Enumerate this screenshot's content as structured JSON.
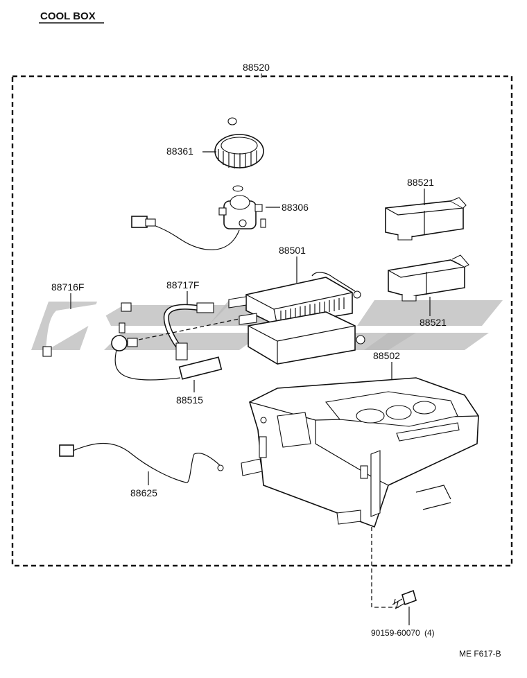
{
  "title": "COOL BOX",
  "figure_code": "ME F617-B",
  "watermark": "— — —",
  "parts": {
    "assembly": "88520",
    "blower_fan": "88361",
    "blower_motor": "88306",
    "cover_upper": "88521",
    "cover_lower": "88521",
    "evaporator": "88501",
    "hose_left": "88716F",
    "hose_right": "88717F",
    "thermistor": "88515",
    "harness": "88625",
    "case": "88502",
    "bolt": "90159-60070",
    "bolt_qty": "(4)"
  }
}
